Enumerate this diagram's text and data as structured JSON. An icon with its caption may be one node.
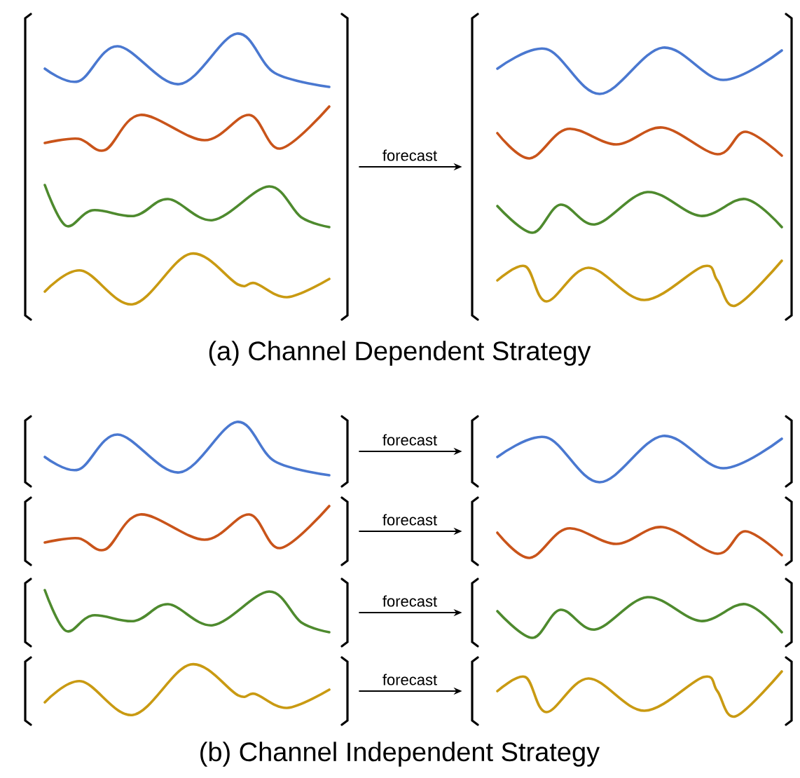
{
  "diagram": {
    "nodes": [
      {
        "text": [],
        "shape": "picture"
      },
      {
        "text": [],
        "shape": "picture"
      },
      {
        "text": [],
        "shape": "picture"
      },
      {
        "text": [],
        "shape": "picture"
      },
      {
        "text": [],
        "shape": "picture"
      },
      {
        "text": [],
        "shape": "picture"
      },
      {
        "text": [],
        "shape": "picture"
      },
      {
        "text": [],
        "shape": "picture"
      },
      {
        "text": [],
        "shape": "picture"
      },
      {
        "text": [],
        "shape": "picture"
      }
    ],
    "edges": [
      {
        "from": 0,
        "to": 1,
        "arrow": "to",
        "label": "forecast"
      },
      {
        "from": 2,
        "to": 3,
        "arrow": "to",
        "label": "forecast"
      },
      {
        "from": 4,
        "to": 5,
        "arrow": "to",
        "label": "forecast"
      },
      {
        "from": 6,
        "to": 7,
        "arrow": "to",
        "label": "forecast"
      },
      {
        "from": 8,
        "to": 9,
        "arrow": "to",
        "label": "forecast"
      }
    ],
    "labels": [
      "(a) Channel Dependent Strategy",
      "(b) Channel Independent Strategy"
    ]
  }
}
